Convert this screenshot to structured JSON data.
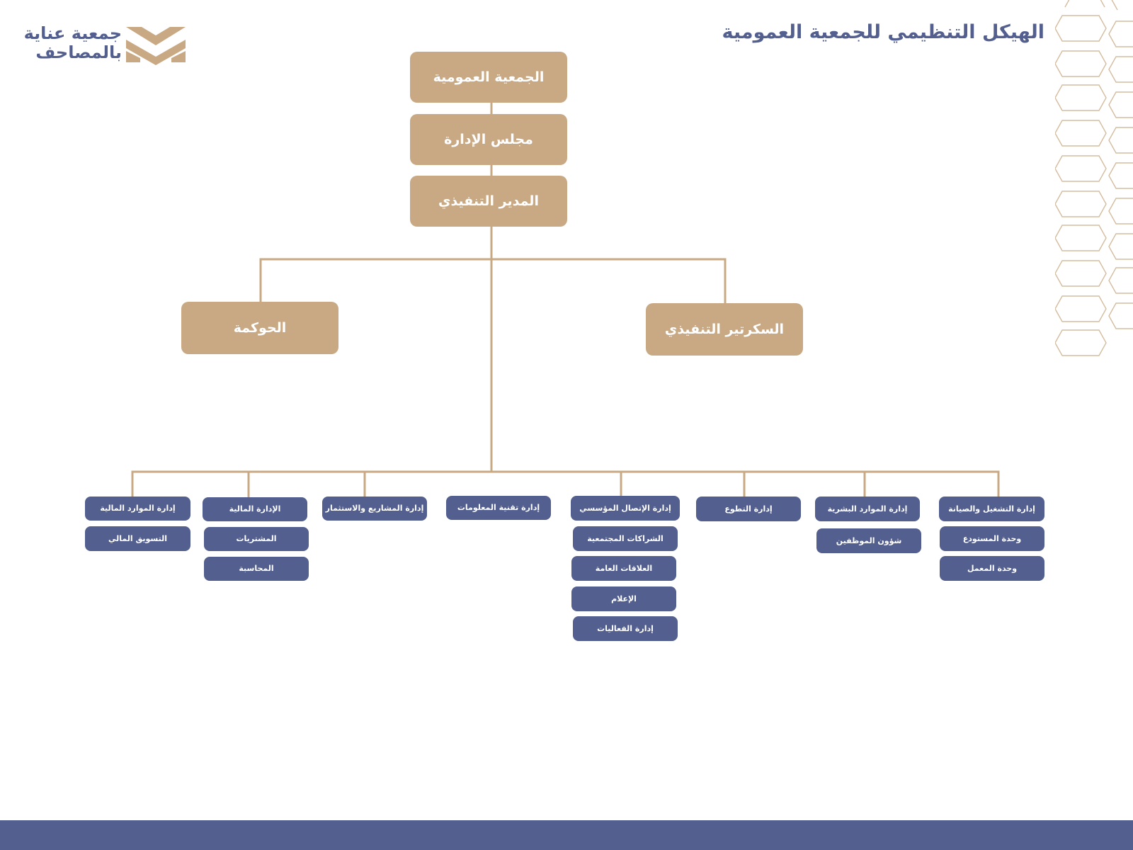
{
  "title": "الهيكل التنظيمي للجمعية العمومية",
  "logo": {
    "line1": "جمعية عناية",
    "line2": "بالمصاحف"
  },
  "colors": {
    "gold": "#c9a984",
    "navy": "#535f8e",
    "connector": "#c9a984",
    "background": "#ffffff"
  },
  "org": {
    "general_assembly": "الجمعية العمومية",
    "board": "مجلس الإدارة",
    "executive_director": "المدير التنفيذي",
    "governance": "الحوكمة",
    "executive_secretary": "السكرتير التنفيذي",
    "departments": [
      {
        "name": "إدارة الموارد المالية",
        "units": [
          "التسويق المالي"
        ]
      },
      {
        "name": "الإدارة المالية",
        "units": [
          "المشتريات",
          "المحاسبة"
        ]
      },
      {
        "name": "إدارة المشاريع والاستثمار",
        "units": []
      },
      {
        "name": "إدارة تقنية المعلومات",
        "units": []
      },
      {
        "name": "إدارة الإتصال المؤسسي",
        "units": [
          "الشراكات المجتمعية",
          "العلاقات العامة",
          "الإعلام",
          "إدارة الفعاليات"
        ]
      },
      {
        "name": "إدارة التطوع",
        "units": []
      },
      {
        "name": "إدارة الموارد البشرية",
        "units": [
          "شؤون الموظفين"
        ]
      },
      {
        "name": "إدارة التشغيل والصيانة",
        "units": [
          "وحدة المستودع",
          "وحدة المعمل"
        ]
      }
    ]
  }
}
